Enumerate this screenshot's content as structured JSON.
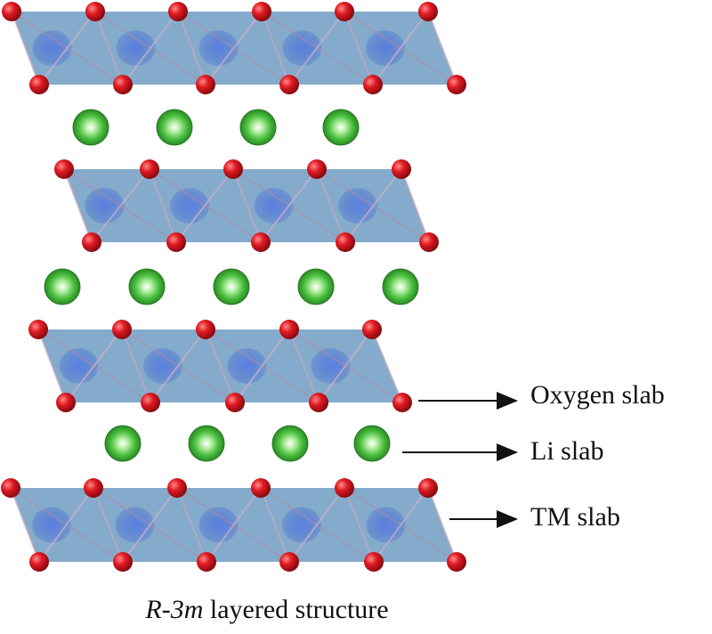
{
  "labels": {
    "oxygen": "Oxygen slab",
    "li": "Li slab",
    "tm": "TM slab"
  },
  "caption": {
    "space_group": "R-3m",
    "rest": " layered structure"
  },
  "colors": {
    "slab": "#6f9cc2",
    "tm_atom": "#4a6fd0",
    "oxygen": "#d81820",
    "lithium": "#3fb23a"
  }
}
